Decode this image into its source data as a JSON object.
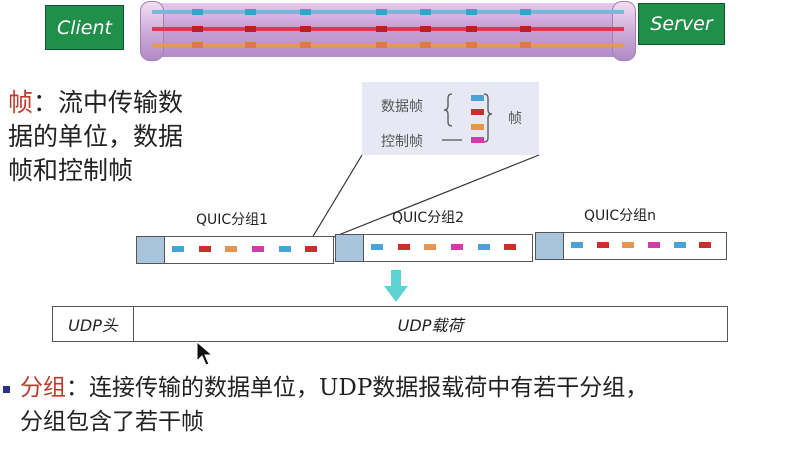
{
  "endpoints": {
    "client": "Client",
    "server": "Server"
  },
  "tube": {
    "stream_colors": [
      "#78b7d8",
      "#d73b53",
      "#e59668"
    ],
    "mark_colors": [
      "#35a4c6",
      "#c41b1b",
      "#e07a40"
    ]
  },
  "frame_def": {
    "term": "帧",
    "line1_rest": "：流中传输数",
    "line2": "据的单位，数据",
    "line3": "帧和控制帧"
  },
  "legend": {
    "data_frame": "数据帧",
    "control_frame": "控制帧",
    "frame": "帧",
    "data_frame_colors": [
      "#4aa3d8",
      "#c9302c",
      "#e5954f"
    ],
    "control_frame_color": "#d23ba9"
  },
  "packets": [
    {
      "title": "QUIC分组1",
      "frame_colors": [
        "#4aa3d8",
        "#c9302c",
        "#e5954f",
        "#d23ba9",
        "#4aa3d8",
        "#c9302c"
      ]
    },
    {
      "title": "QUIC分组2",
      "frame_colors": [
        "#4aa3d8",
        "#c9302c",
        "#e5954f",
        "#d23ba9",
        "#4aa3d8",
        "#c9302c"
      ]
    },
    {
      "title": "QUIC分组n",
      "frame_colors": [
        "#4aa3d8",
        "#c9302c",
        "#e5954f",
        "#d23ba9",
        "#4aa3d8",
        "#c9302c"
      ]
    }
  ],
  "udp": {
    "header": "UDP头",
    "payload": "UDP载荷"
  },
  "packet_def": {
    "term": "分组",
    "line1_rest": "：连接传输的数据单位，UDP数据报载荷中有若干分组，",
    "line2": "分组包含了若干帧"
  },
  "colors": {
    "term_red": "#c0392b",
    "arrow": "#5fd3d3",
    "endpoint_green": "#1f8f4a"
  }
}
